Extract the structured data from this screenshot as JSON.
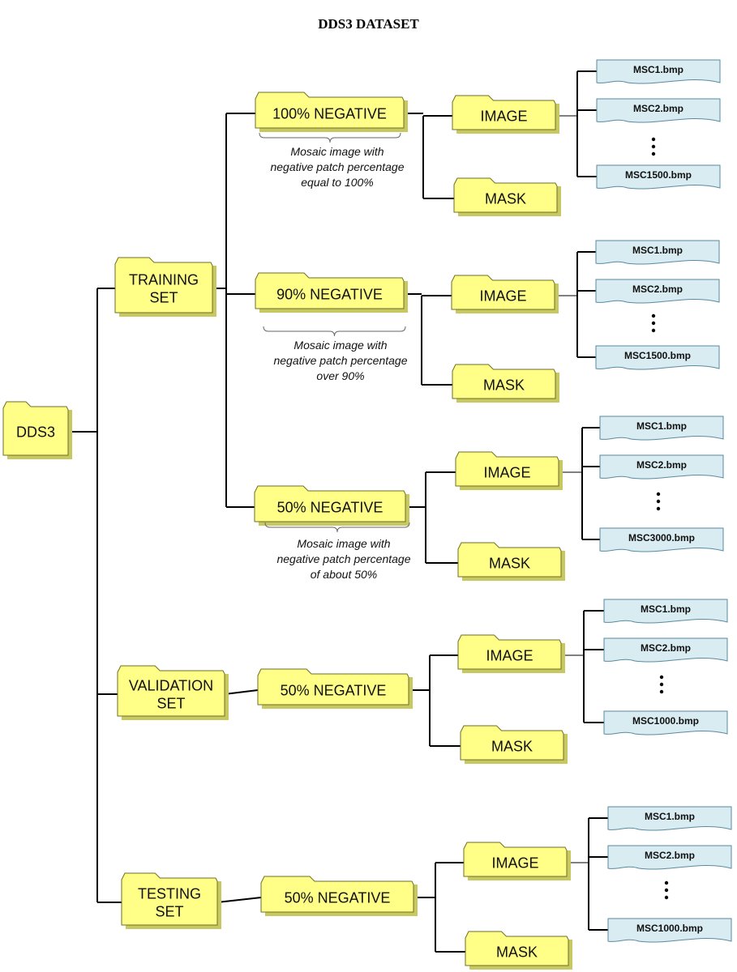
{
  "title": "DDS3 DATASET",
  "root": "DDS3",
  "sets": [
    {
      "label": [
        "TRAINING",
        "SET"
      ],
      "groups": [
        {
          "label": "100% NEGATIVE",
          "note": [
            "Mosaic image with",
            "negative patch percentage",
            "equal to 100%"
          ],
          "image_label": "IMAGE",
          "mask_label": "MASK",
          "files": [
            "MSC1.bmp",
            "MSC2.bmp",
            "MSC1500.bmp"
          ]
        },
        {
          "label": "90% NEGATIVE",
          "note": [
            "Mosaic image with",
            "negative patch percentage",
            "over 90%"
          ],
          "image_label": "IMAGE",
          "mask_label": "MASK",
          "files": [
            "MSC1.bmp",
            "MSC2.bmp",
            "MSC1500.bmp"
          ]
        },
        {
          "label": "50% NEGATIVE",
          "note": [
            "Mosaic image with",
            "negative patch percentage",
            "of about 50%"
          ],
          "image_label": "IMAGE",
          "mask_label": "MASK",
          "files": [
            "MSC1.bmp",
            "MSC2.bmp",
            "MSC3000.bmp"
          ]
        }
      ]
    },
    {
      "label": [
        "VALIDATION",
        "SET"
      ],
      "groups": [
        {
          "label": "50% NEGATIVE",
          "image_label": "IMAGE",
          "mask_label": "MASK",
          "files": [
            "MSC1.bmp",
            "MSC2.bmp",
            "MSC1000.bmp"
          ]
        }
      ]
    },
    {
      "label": [
        "TESTING",
        "SET"
      ],
      "groups": [
        {
          "label": "50% NEGATIVE",
          "image_label": "IMAGE",
          "mask_label": "MASK",
          "files": [
            "MSC1.bmp",
            "MSC2.bmp",
            "MSC1000.bmp"
          ]
        }
      ]
    }
  ],
  "colors": {
    "folder_fill": "#ffff88",
    "folder_shadow": "#c8c860",
    "folder_border": "#6e6e2a",
    "file_fill": "#d8ecf2",
    "file_border": "#5a8aa0",
    "line": "#000000"
  }
}
